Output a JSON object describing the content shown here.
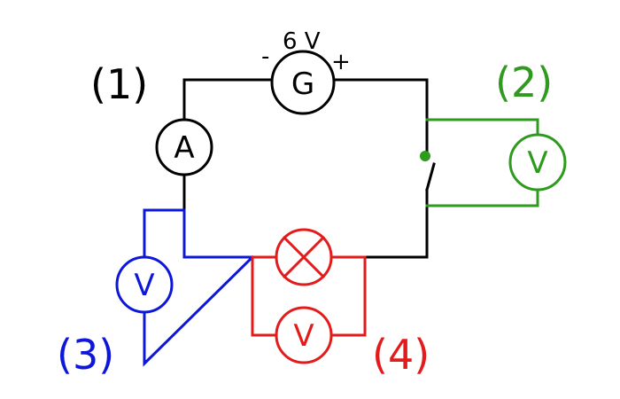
{
  "colors": {
    "main": "#000000",
    "voltmeter_2": "#2e9a1e",
    "voltmeter_3": "#0d17d9",
    "voltmeter_4": "#e31b1b"
  },
  "labels": {
    "one": "(1)",
    "two": "(2)",
    "three": "(3)",
    "four": "(4)"
  },
  "generator": {
    "letter": "G",
    "voltage": "6 V",
    "minus": "-",
    "plus": "+"
  },
  "ammeter": {
    "letter": "A"
  },
  "voltmeters": {
    "letter": "V"
  },
  "components": {
    "lamp": "lamp-icon",
    "switch": "open-switch-icon"
  }
}
